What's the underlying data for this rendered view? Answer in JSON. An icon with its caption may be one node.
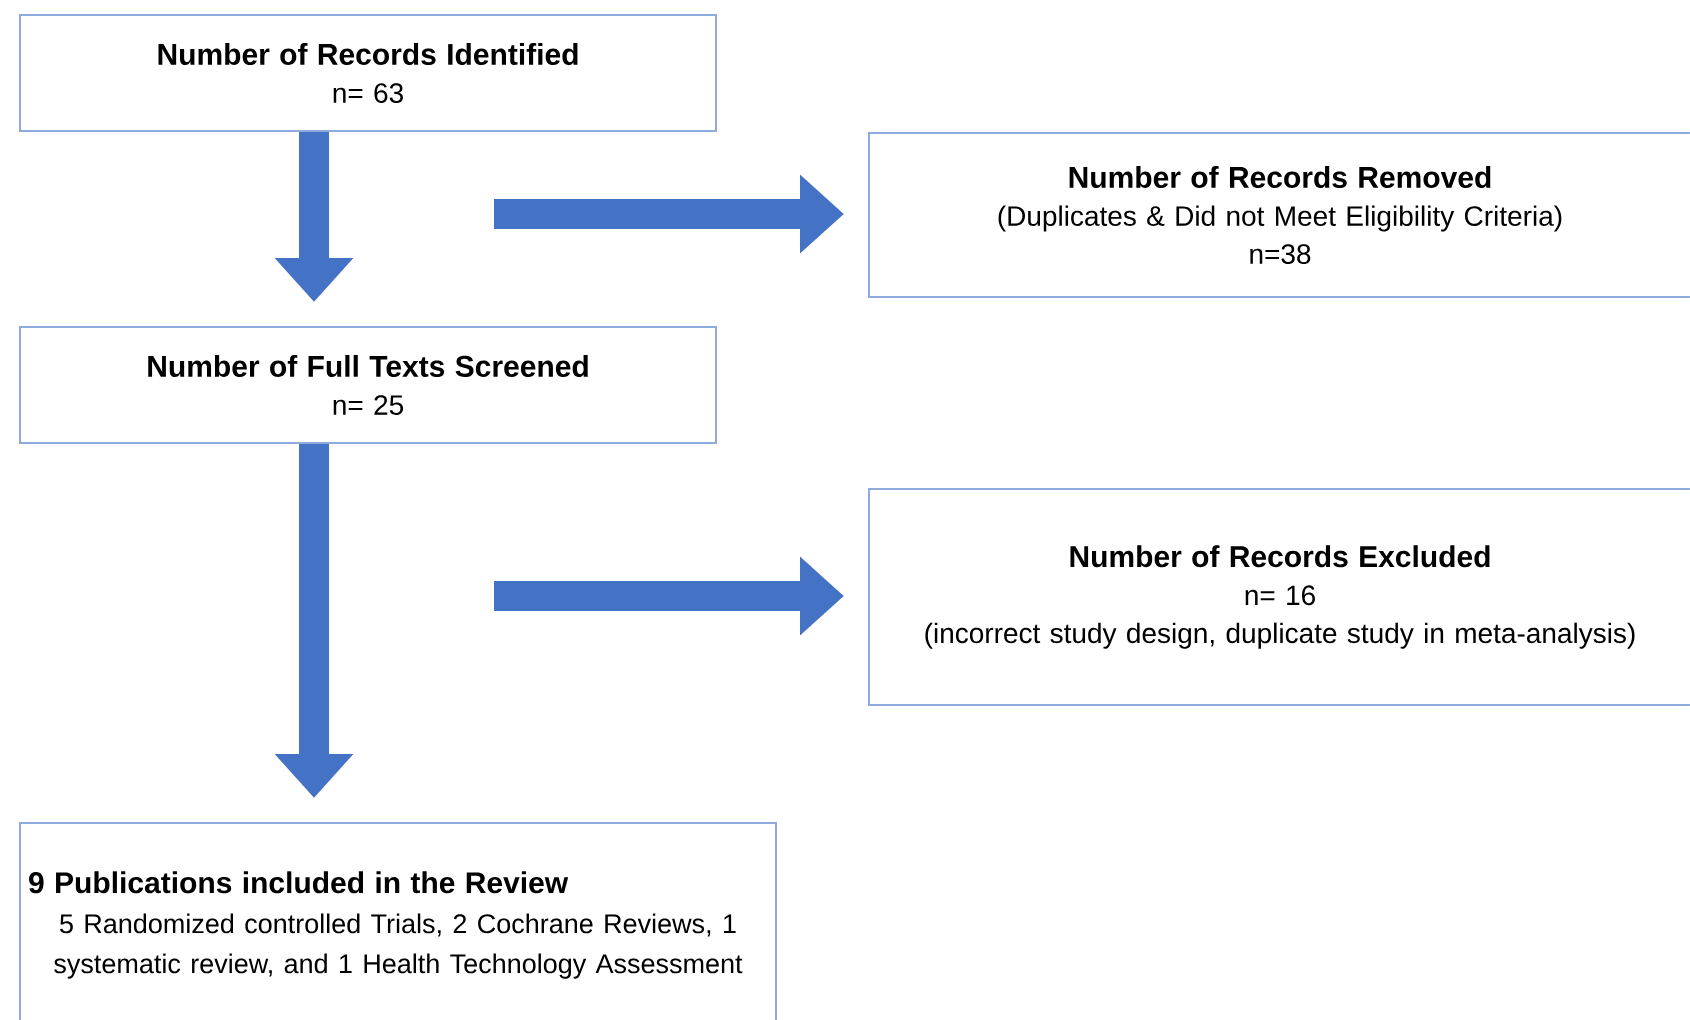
{
  "diagram": {
    "nodes": [
      {
        "text": [
          "Number of Records Identified",
          "n= 63"
        ]
      },
      {
        "text": [
          "Number of Records Removed",
          "(Duplicates & Did not Meet Eligibility Criteria)",
          "n=38"
        ]
      },
      {
        "text": [
          "Number of Full Texts Screened",
          "n= 25"
        ]
      },
      {
        "text": [
          "Number of Records Excluded",
          "n= 16",
          "(incorrect study design, duplicate study in meta-analysis)"
        ]
      },
      {
        "text": [
          "9 Publications included in the Review",
          "5 Randomized controlled Trials, 2 Cochrane Reviews, 1 systematic review, and 1 Health Technology Assessment"
        ]
      }
    ],
    "edges": [
      {
        "from": 0,
        "to": 2,
        "arrow": "to"
      },
      {
        "from": null,
        "to": 1,
        "arrow": "to"
      },
      {
        "from": 2,
        "to": 4,
        "arrow": "to"
      },
      {
        "from": null,
        "to": 3,
        "arrow": "to"
      }
    ]
  }
}
